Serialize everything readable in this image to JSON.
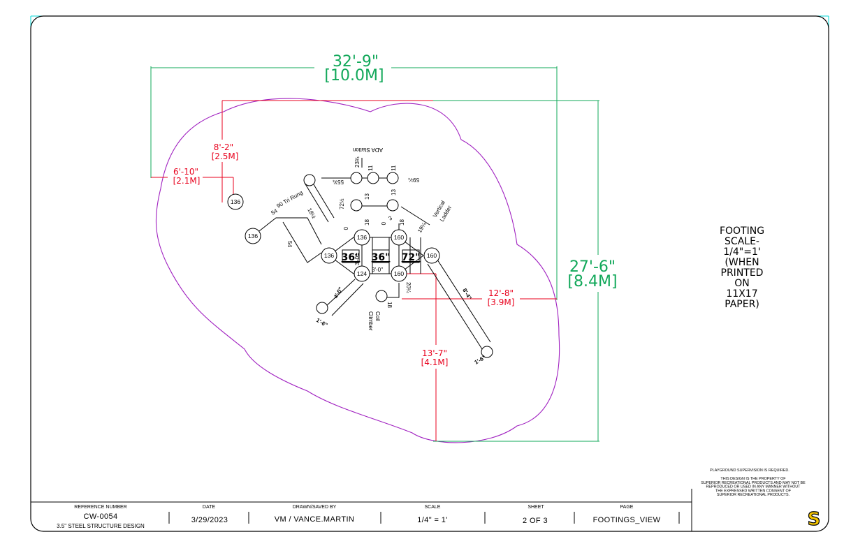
{
  "colors": {
    "border": "#000000",
    "corner_marker": "#00d7d7",
    "green_dimension": "#12a85a",
    "red_dimension": "#e8001c",
    "play_area": "#a020c0"
  },
  "dimensions": {
    "overall_width": "32'-9\"",
    "overall_width_metric": "[10.0M]",
    "overall_depth": "27'-6\"",
    "overall_depth_metric": "[8.4M]",
    "offset_a": "8'-2\"",
    "offset_a_metric": "[2.5M]",
    "offset_b": "6'-10\"",
    "offset_b_metric": "[2.1M]",
    "offset_c": "12'-8\"",
    "offset_c_metric": "[3.9M]",
    "offset_d": "13'-7\"",
    "offset_d_metric": "[4.1M]"
  },
  "spans": {
    "deck_1": "36\"",
    "deck_2": "36\"",
    "deck_3": "72\""
  },
  "posts": {
    "p1": "136",
    "p2": "136",
    "p3": "136",
    "p4": "160",
    "p5": "136",
    "p6": "160",
    "p7": "124",
    "p8": "160"
  },
  "components": {
    "tri_rung": "90 Tri Rung",
    "ada_station": "ADA Station",
    "vertical_ladder": "Vertical\nLadder",
    "coil_climber": "Coil\nClimber"
  },
  "small_dims": {
    "d54a": "54",
    "d54b": "54",
    "d18half": "18½",
    "d72half": "72½",
    "d18a": "18",
    "d18b": "18",
    "d18c": "18",
    "d13a": "13",
    "d13b": "13",
    "d11a": "11",
    "d11b": "11",
    "d23": "23¾",
    "d55": "55¾",
    "d59": "59¼",
    "d3_0a": "3'-0\"",
    "d3_0b": "3'-0\"",
    "d20": "20¼",
    "d19": "19¼",
    "d0a": "0",
    "d0b": "0",
    "d3": "3",
    "d8_4": "8'-4\"",
    "d1_6a": "1'-6\"",
    "d1_6b": "1'-6\"",
    "d4_0": "4'-0\""
  },
  "footing_note": {
    "lines": [
      "FOOTING",
      "SCALE-",
      "1/4\"=1'",
      "(WHEN",
      "PRINTED",
      "ON",
      "11X17",
      "PAPER)"
    ]
  },
  "legal": {
    "supervision": "PLAYGROUND SUPERVISION IS REQUIRED.",
    "property_lines": [
      "THIS DESIGN IS THE PROPERTY OF",
      "SUPERIOR RECREATIONAL PRODUCTS AND MAY NOT BE",
      "REPRODUCED OR USED IN ANY MANNER WITHOUT",
      "THE EXPRESSED WRITTEN CONSENT OF",
      "SUPERIOR RECREATIONAL PRODUCTS."
    ]
  },
  "title_block": {
    "reference_label": "REFERENCE NUMBER",
    "reference_value": "CW-0054",
    "reference_desc": "3.5\"  STEEL STRUCTURE DESIGN",
    "date_label": "DATE",
    "date_value": "3/29/2023",
    "drawn_label": "DRAWN/SAVED BY",
    "drawn_value": "VM / VANCE.MARTIN",
    "scale_label": "SCALE",
    "scale_value": "1/4\" = 1'",
    "sheet_label": "SHEET",
    "sheet_value": "2 OF 3",
    "page_label": "PAGE",
    "page_value": "FOOTINGS_VIEW",
    "logo_letter": "S"
  }
}
